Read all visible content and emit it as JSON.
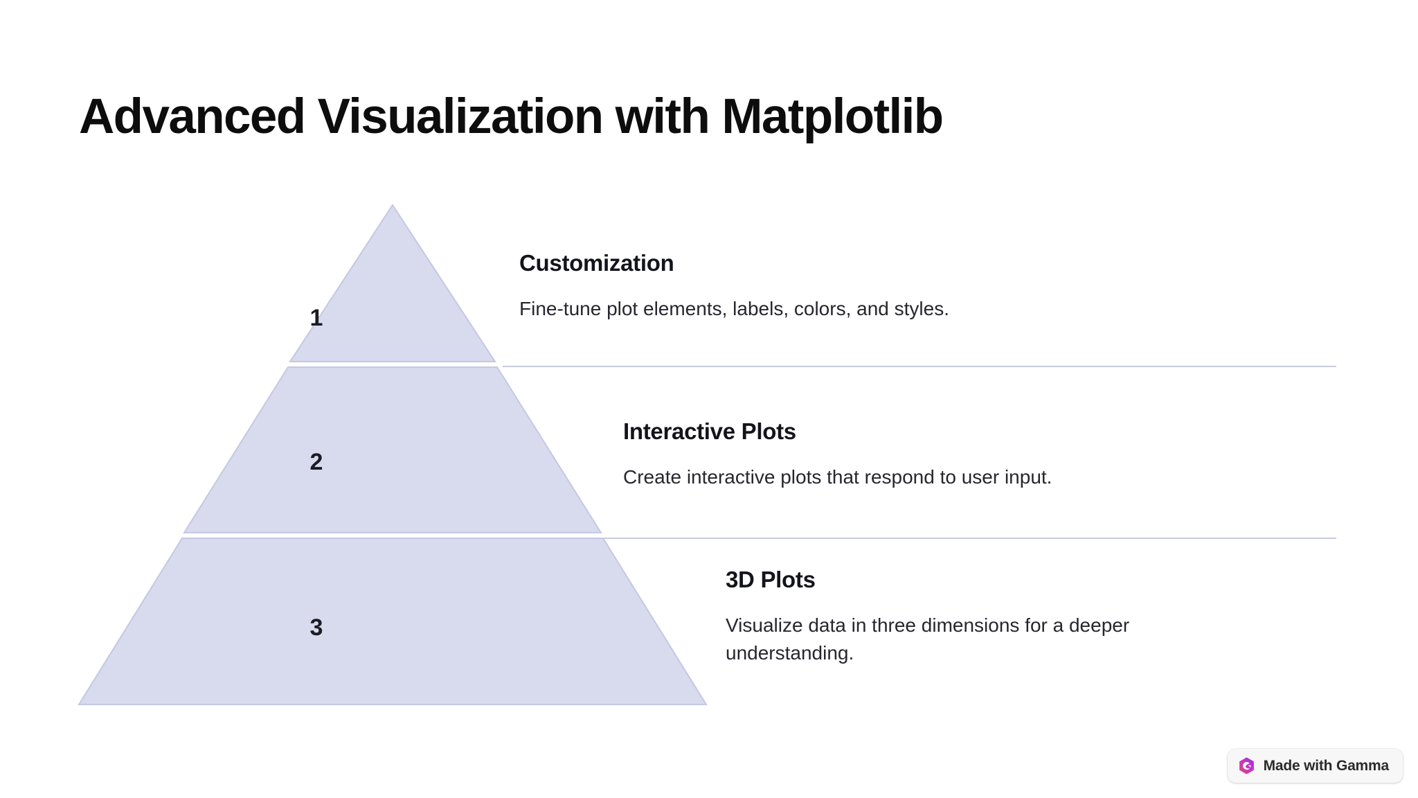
{
  "slide": {
    "title": "Advanced Visualization with Matplotlib",
    "background_color": "#ffffff"
  },
  "pyramid": {
    "fill_color": "#d8daee",
    "stroke_color": "#c5c8e2",
    "divider_color": "#c8cadf",
    "tiers": [
      {
        "number": "1",
        "heading": "Customization",
        "description": "Fine-tune plot elements, labels, colors, and styles."
      },
      {
        "number": "2",
        "heading": "Interactive Plots",
        "description": "Create interactive plots that respond to user input."
      },
      {
        "number": "3",
        "heading": "3D Plots",
        "description": "Visualize data in three dimensions for a deeper understanding."
      }
    ]
  },
  "badge": {
    "label": "Made with Gamma",
    "icon": "gamma-logo-icon",
    "gradient_start": "#b832d0",
    "gradient_end": "#e0457b"
  }
}
